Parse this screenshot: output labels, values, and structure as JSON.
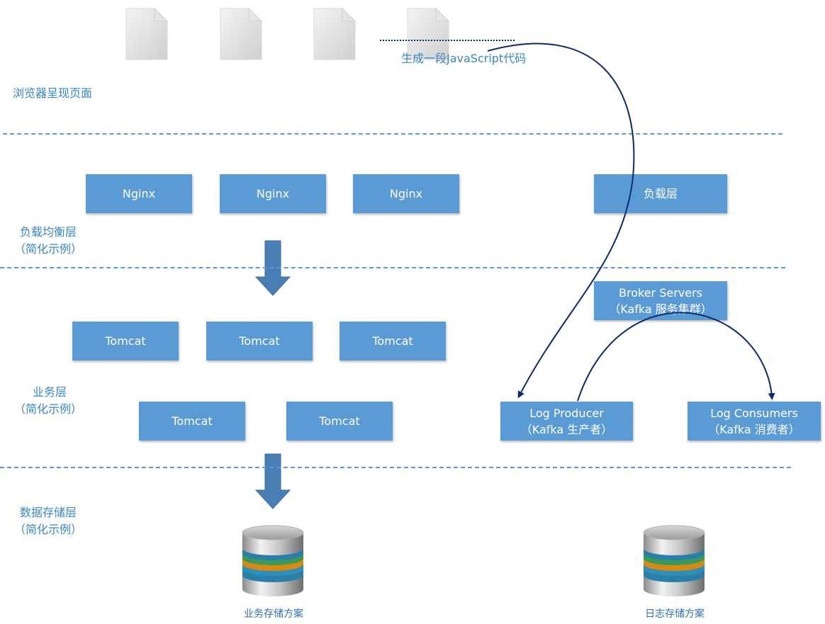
{
  "browser_layer": {
    "label": "浏览器呈现页面",
    "js_caption": "生成一段JavaScript代码",
    "documents": [
      "document-icon",
      "document-icon",
      "document-icon",
      "document-icon"
    ]
  },
  "load_layer": {
    "label_line1": "负载均衡层",
    "label_line2": "（简化示例）",
    "nginx": [
      "Nginx",
      "Nginx",
      "Nginx"
    ],
    "load_box": "负载层"
  },
  "business_layer": {
    "label_line1": "业务层",
    "label_line2": "（简化示例）",
    "tomcat_row1": [
      "Tomcat",
      "Tomcat",
      "Tomcat"
    ],
    "tomcat_row2": [
      "Tomcat",
      "Tomcat"
    ]
  },
  "kafka": {
    "broker_line1": "Broker Servers",
    "broker_line2": "（Kafka 服务集群）",
    "producer_line1": "Log Producer",
    "producer_line2": "（Kafka 生产者）",
    "consumer_line1": "Log Consumers",
    "consumer_line2": "（Kafka 消费者）"
  },
  "storage_layer": {
    "label_line1": "数据存储层",
    "label_line2": "（简化示例）",
    "business_storage": "业务存储方案",
    "log_storage": "日志存储方案"
  },
  "colors": {
    "box_fill": "#5b9bd5",
    "label_text": "#3a86c8",
    "arrow_navy": "#0d2a6b",
    "block_arrow": "#4a7fb5"
  },
  "icons": {
    "document": "document-icon",
    "database": "database-icon",
    "block_arrow": "down-block-arrow"
  }
}
